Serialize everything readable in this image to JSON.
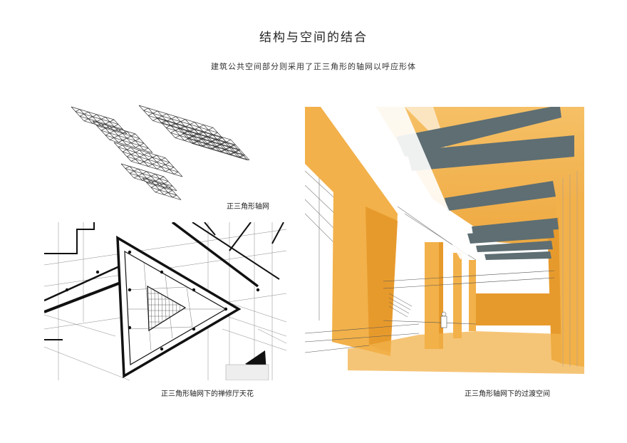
{
  "header": {
    "title": "结构与空间的结合",
    "subtitle": "建筑公共空间部分则采用了正三角形的轴网以呼应形体"
  },
  "figures": [
    {
      "id": "grid",
      "caption": "正三角形轴网"
    },
    {
      "id": "ceiling",
      "caption": "正三角形轴网下的禅修厅天花"
    },
    {
      "id": "render",
      "caption": "正三角形轴网下的过渡空间"
    }
  ],
  "colors": {
    "accent_orange": "#f2b14a",
    "deep_orange": "#e79a2c",
    "beam_slate": "#5e6e73",
    "line": "#1a1a1a"
  }
}
